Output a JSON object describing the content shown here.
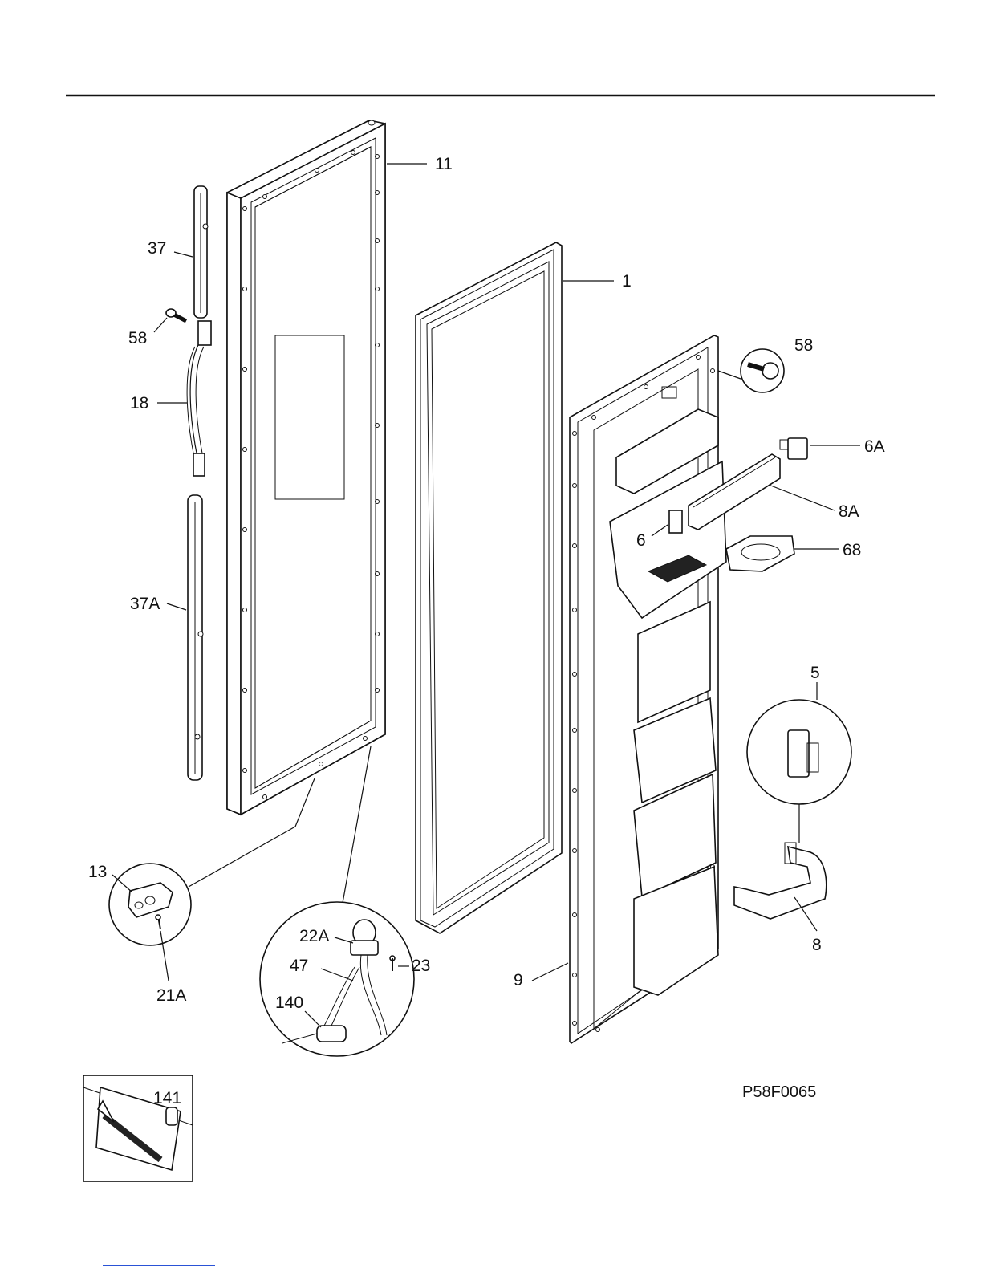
{
  "drawing_code": "P58F0065",
  "callouts": {
    "c11": "11",
    "c1": "1",
    "c37": "37",
    "c58a": "58",
    "c58b": "58",
    "c18": "18",
    "c37A": "37A",
    "c6A": "6A",
    "c8A": "8A",
    "c6": "6",
    "c68": "68",
    "c5": "5",
    "c8": "8",
    "c9": "9",
    "c13": "13",
    "c21A": "21A",
    "c22A": "22A",
    "c23": "23",
    "c47": "47",
    "c140": "140",
    "c141": "141"
  }
}
